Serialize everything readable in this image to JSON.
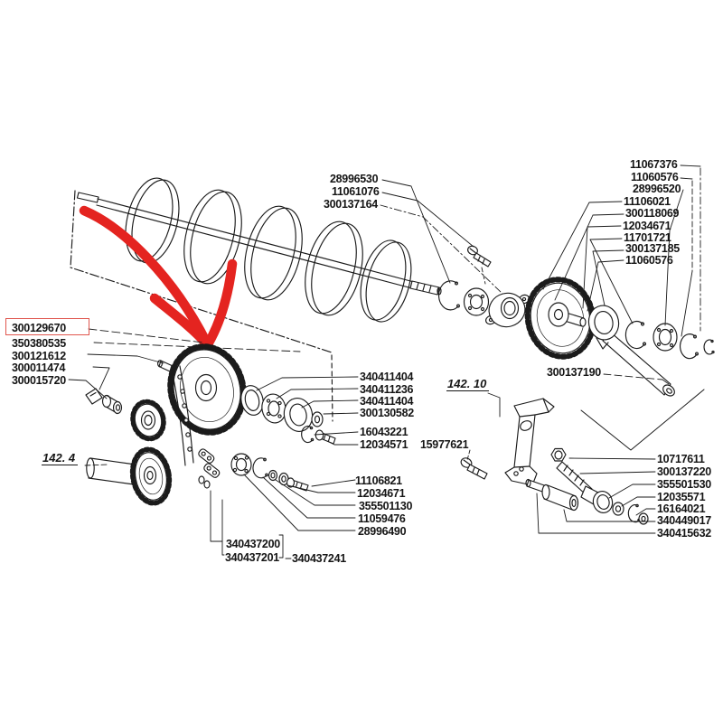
{
  "diagram": {
    "kind": "exploded-parts-diagram",
    "highlight": {
      "part": "300129670",
      "box_color": "#e0564e",
      "arrow_color": "#e42420"
    },
    "figure_refs": {
      "left": "142. 4",
      "right": "142. 10"
    },
    "part_groups": {
      "top_mid": [
        "28996530",
        "11061076",
        "300137164"
      ],
      "right_upper": [
        "11067376",
        "11060576",
        "28996520",
        "11106021",
        "300118069",
        "12034671",
        "11701721",
        "300137185",
        "11060576"
      ],
      "left": [
        "300129670",
        "350380535",
        "300121612",
        "300011474",
        "300015720"
      ],
      "hub": [
        "340411404",
        "340411236",
        "340411404",
        "300130582"
      ],
      "fasteners": [
        "16043221",
        "12034571"
      ],
      "bolt_single": "15977621",
      "arm_single": "300137190",
      "lower_mid": [
        "11106821",
        "12034671",
        "355501130",
        "11059476",
        "28996490"
      ],
      "lower_right": [
        "10717611",
        "300137220",
        "355501530",
        "12035571",
        "16164021",
        "340449017",
        "340415632"
      ],
      "chain_links": [
        "340437200",
        "340437201",
        "340437241"
      ]
    }
  }
}
